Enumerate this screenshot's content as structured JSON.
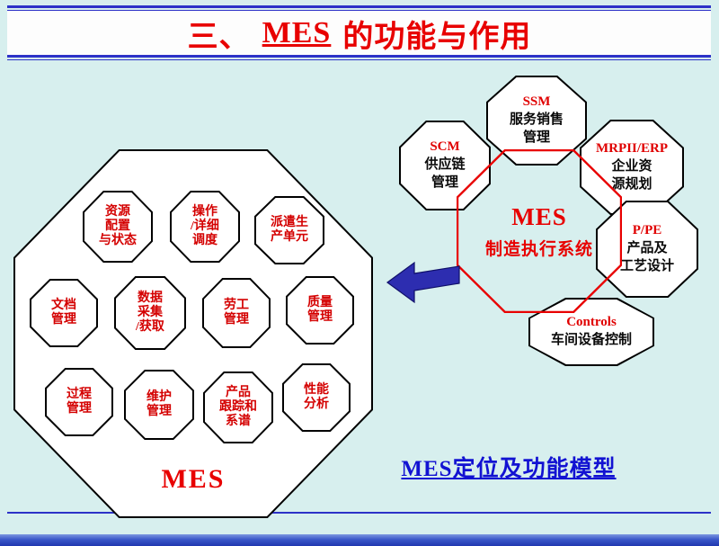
{
  "slide": {
    "title": {
      "section": "三、",
      "keyword": "MES",
      "rest": "的功能与作用"
    },
    "caption": "MES定位及功能模型"
  },
  "left_diagram": {
    "label": "MES",
    "functions": [
      {
        "lines": [
          "资源",
          "配置",
          "与状态"
        ]
      },
      {
        "lines": [
          "操作",
          "/详细",
          "调度"
        ]
      },
      {
        "lines": [
          "派遣生",
          "产单元"
        ]
      },
      {
        "lines": [
          "文档",
          "管理"
        ]
      },
      {
        "lines": [
          "数据",
          "采集",
          "/获取"
        ]
      },
      {
        "lines": [
          "劳工",
          "管理"
        ]
      },
      {
        "lines": [
          "质量",
          "管理"
        ]
      },
      {
        "lines": [
          "过程",
          "管理"
        ]
      },
      {
        "lines": [
          "维护",
          "管理"
        ]
      },
      {
        "lines": [
          "产品",
          "跟踪和",
          "系谱"
        ]
      },
      {
        "lines": [
          "性能",
          "分析"
        ]
      }
    ]
  },
  "right_diagram": {
    "nodes": {
      "ssm": {
        "acronym": "SSM",
        "lines": [
          "服务销售",
          "管理"
        ]
      },
      "scm": {
        "acronym": "SCM",
        "lines": [
          "供应链",
          "管理"
        ]
      },
      "mrp": {
        "acronym": "MRPII/ERP",
        "lines": [
          "企业资",
          "源规划"
        ]
      },
      "ppe": {
        "acronym": "P/PE",
        "lines": [
          "产品及",
          "工艺设计"
        ]
      },
      "controls": {
        "acronym": "Controls",
        "lines": [
          "车间设备控制"
        ]
      },
      "mes": {
        "acronym": "MES",
        "lines": [
          "制造执行系统"
        ]
      }
    }
  },
  "colors": {
    "background": "#d7efee",
    "title_red": "#e80000",
    "rule_blue": "#2d32c8",
    "caption_blue": "#1212d2",
    "arrow_blue": "#2d2db0",
    "function_label_red": "#d40000",
    "node_text_black": "#0a0a0a"
  }
}
